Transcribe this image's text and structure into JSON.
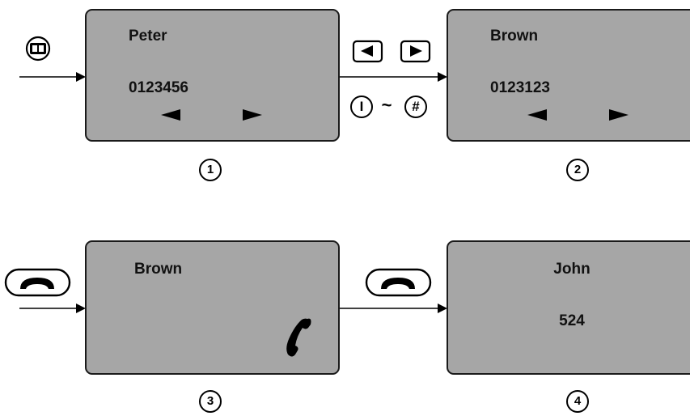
{
  "screens": [
    {
      "name": "Peter",
      "number": "0123456",
      "step": "1"
    },
    {
      "name": "Brown",
      "number": "0123123",
      "step": "2"
    },
    {
      "name": "Brown",
      "number": "",
      "step": "3"
    },
    {
      "name": "John",
      "number": "524",
      "step": "4"
    }
  ],
  "keys": {
    "digit_first": "I",
    "range_separator": "~",
    "digit_last": "#"
  },
  "icons": [
    "phonebook-icon",
    "left-arrow-icon",
    "right-arrow-icon",
    "hangup-icon",
    "handset-icon"
  ]
}
